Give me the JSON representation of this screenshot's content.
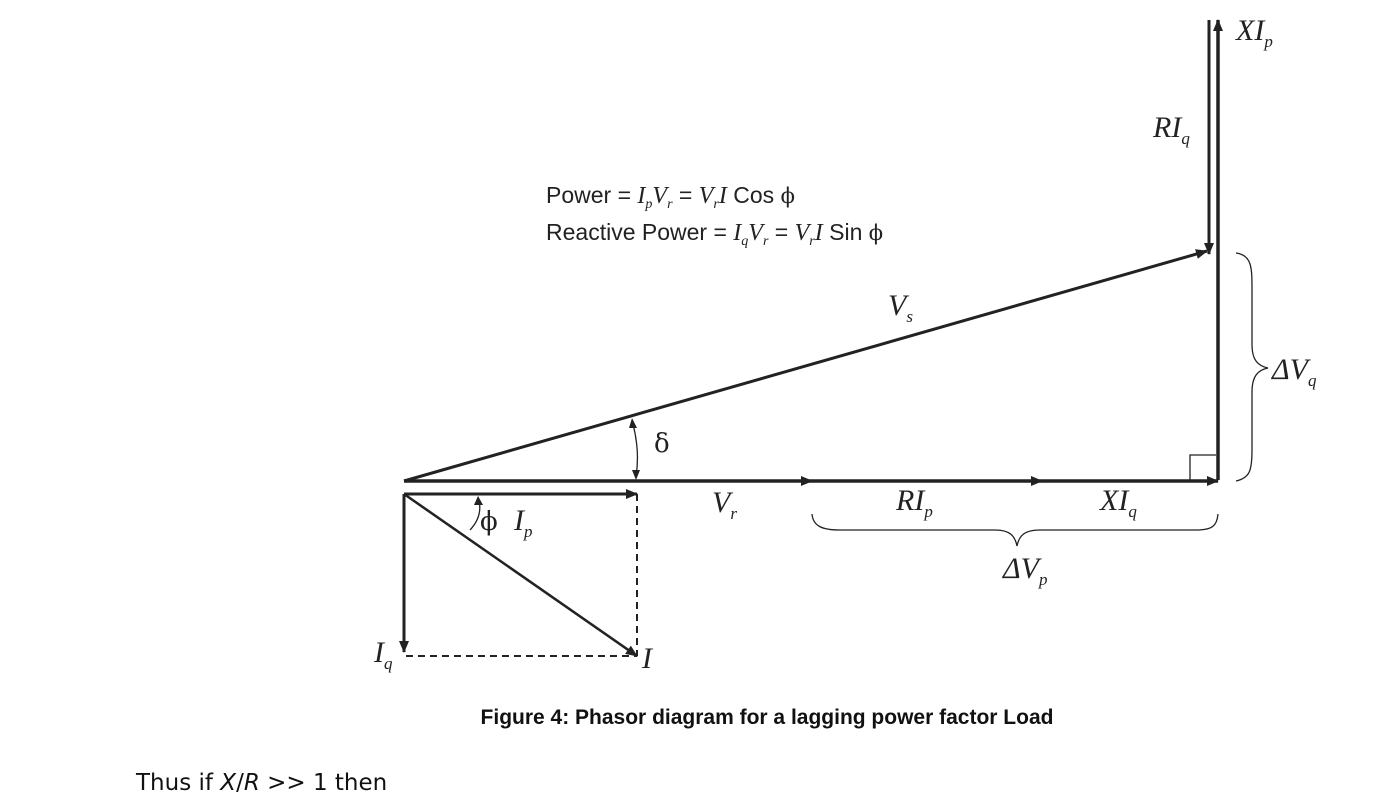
{
  "diagram": {
    "equations": {
      "power": {
        "lead": "Power = ",
        "i1": "I",
        "i1_sub": "p",
        "v1": "V",
        "v1_sub": "r",
        "mid": " = ",
        "v2": "V",
        "v2_sub": "r",
        "i2": "I",
        "func": " Cos ",
        "angle": "ϕ"
      },
      "reactive": {
        "lead": "Reactive Power = ",
        "i1": "I",
        "i1_sub": "q",
        "v1": "V",
        "v1_sub": "r",
        "mid": " = ",
        "v2": "V",
        "v2_sub": "r",
        "i2": "I",
        "func": " Sin ",
        "angle": "ϕ"
      }
    },
    "labels": {
      "xip": {
        "main": "XI",
        "sub": "p"
      },
      "riq": {
        "main": "RI",
        "sub": "q"
      },
      "vs": {
        "main": "V",
        "sub": "s"
      },
      "delta": "δ",
      "dvq": {
        "prefix": "ΔV",
        "sub": "q"
      },
      "vr": {
        "main": "V",
        "sub": "r"
      },
      "rip": {
        "main": "RI",
        "sub": "p"
      },
      "xiq": {
        "main": "XI",
        "sub": "q"
      },
      "dvp": {
        "prefix": "ΔV",
        "sub": "p"
      },
      "phi": "ϕ",
      "ip": {
        "main": "I",
        "sub": "p"
      },
      "iq": {
        "main": "I",
        "sub": "q"
      },
      "i": "I"
    }
  },
  "caption": "Figure 4: Phasor diagram for a lagging power factor Load",
  "body": {
    "pre": "Thus if ",
    "x": "X",
    "slash": "/",
    "r": "R",
    "post": " >> 1 then"
  }
}
